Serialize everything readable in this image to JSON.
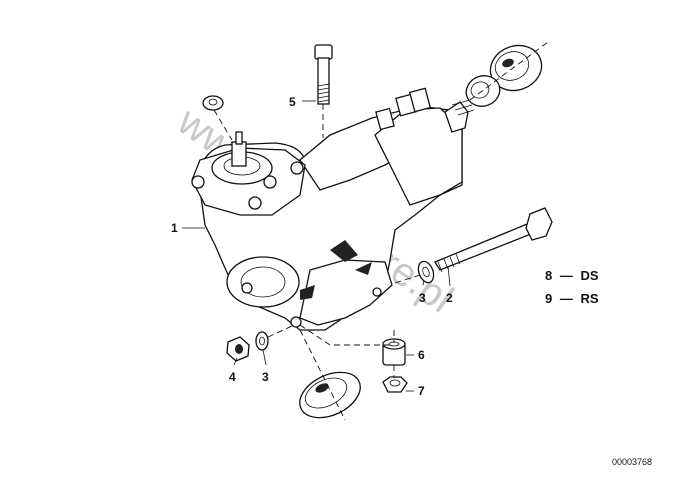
{
  "watermark": "www.BMWstore.pl",
  "diagram_number": "00003768",
  "callouts": {
    "c1": "1",
    "c2": "2",
    "c3a": "3",
    "c3b": "3",
    "c4": "4",
    "c5": "5",
    "c6": "6",
    "c7": "7"
  },
  "legend": [
    {
      "num": "8",
      "dash": "—",
      "code": "DS"
    },
    {
      "num": "9",
      "dash": "—",
      "code": "RS"
    }
  ]
}
